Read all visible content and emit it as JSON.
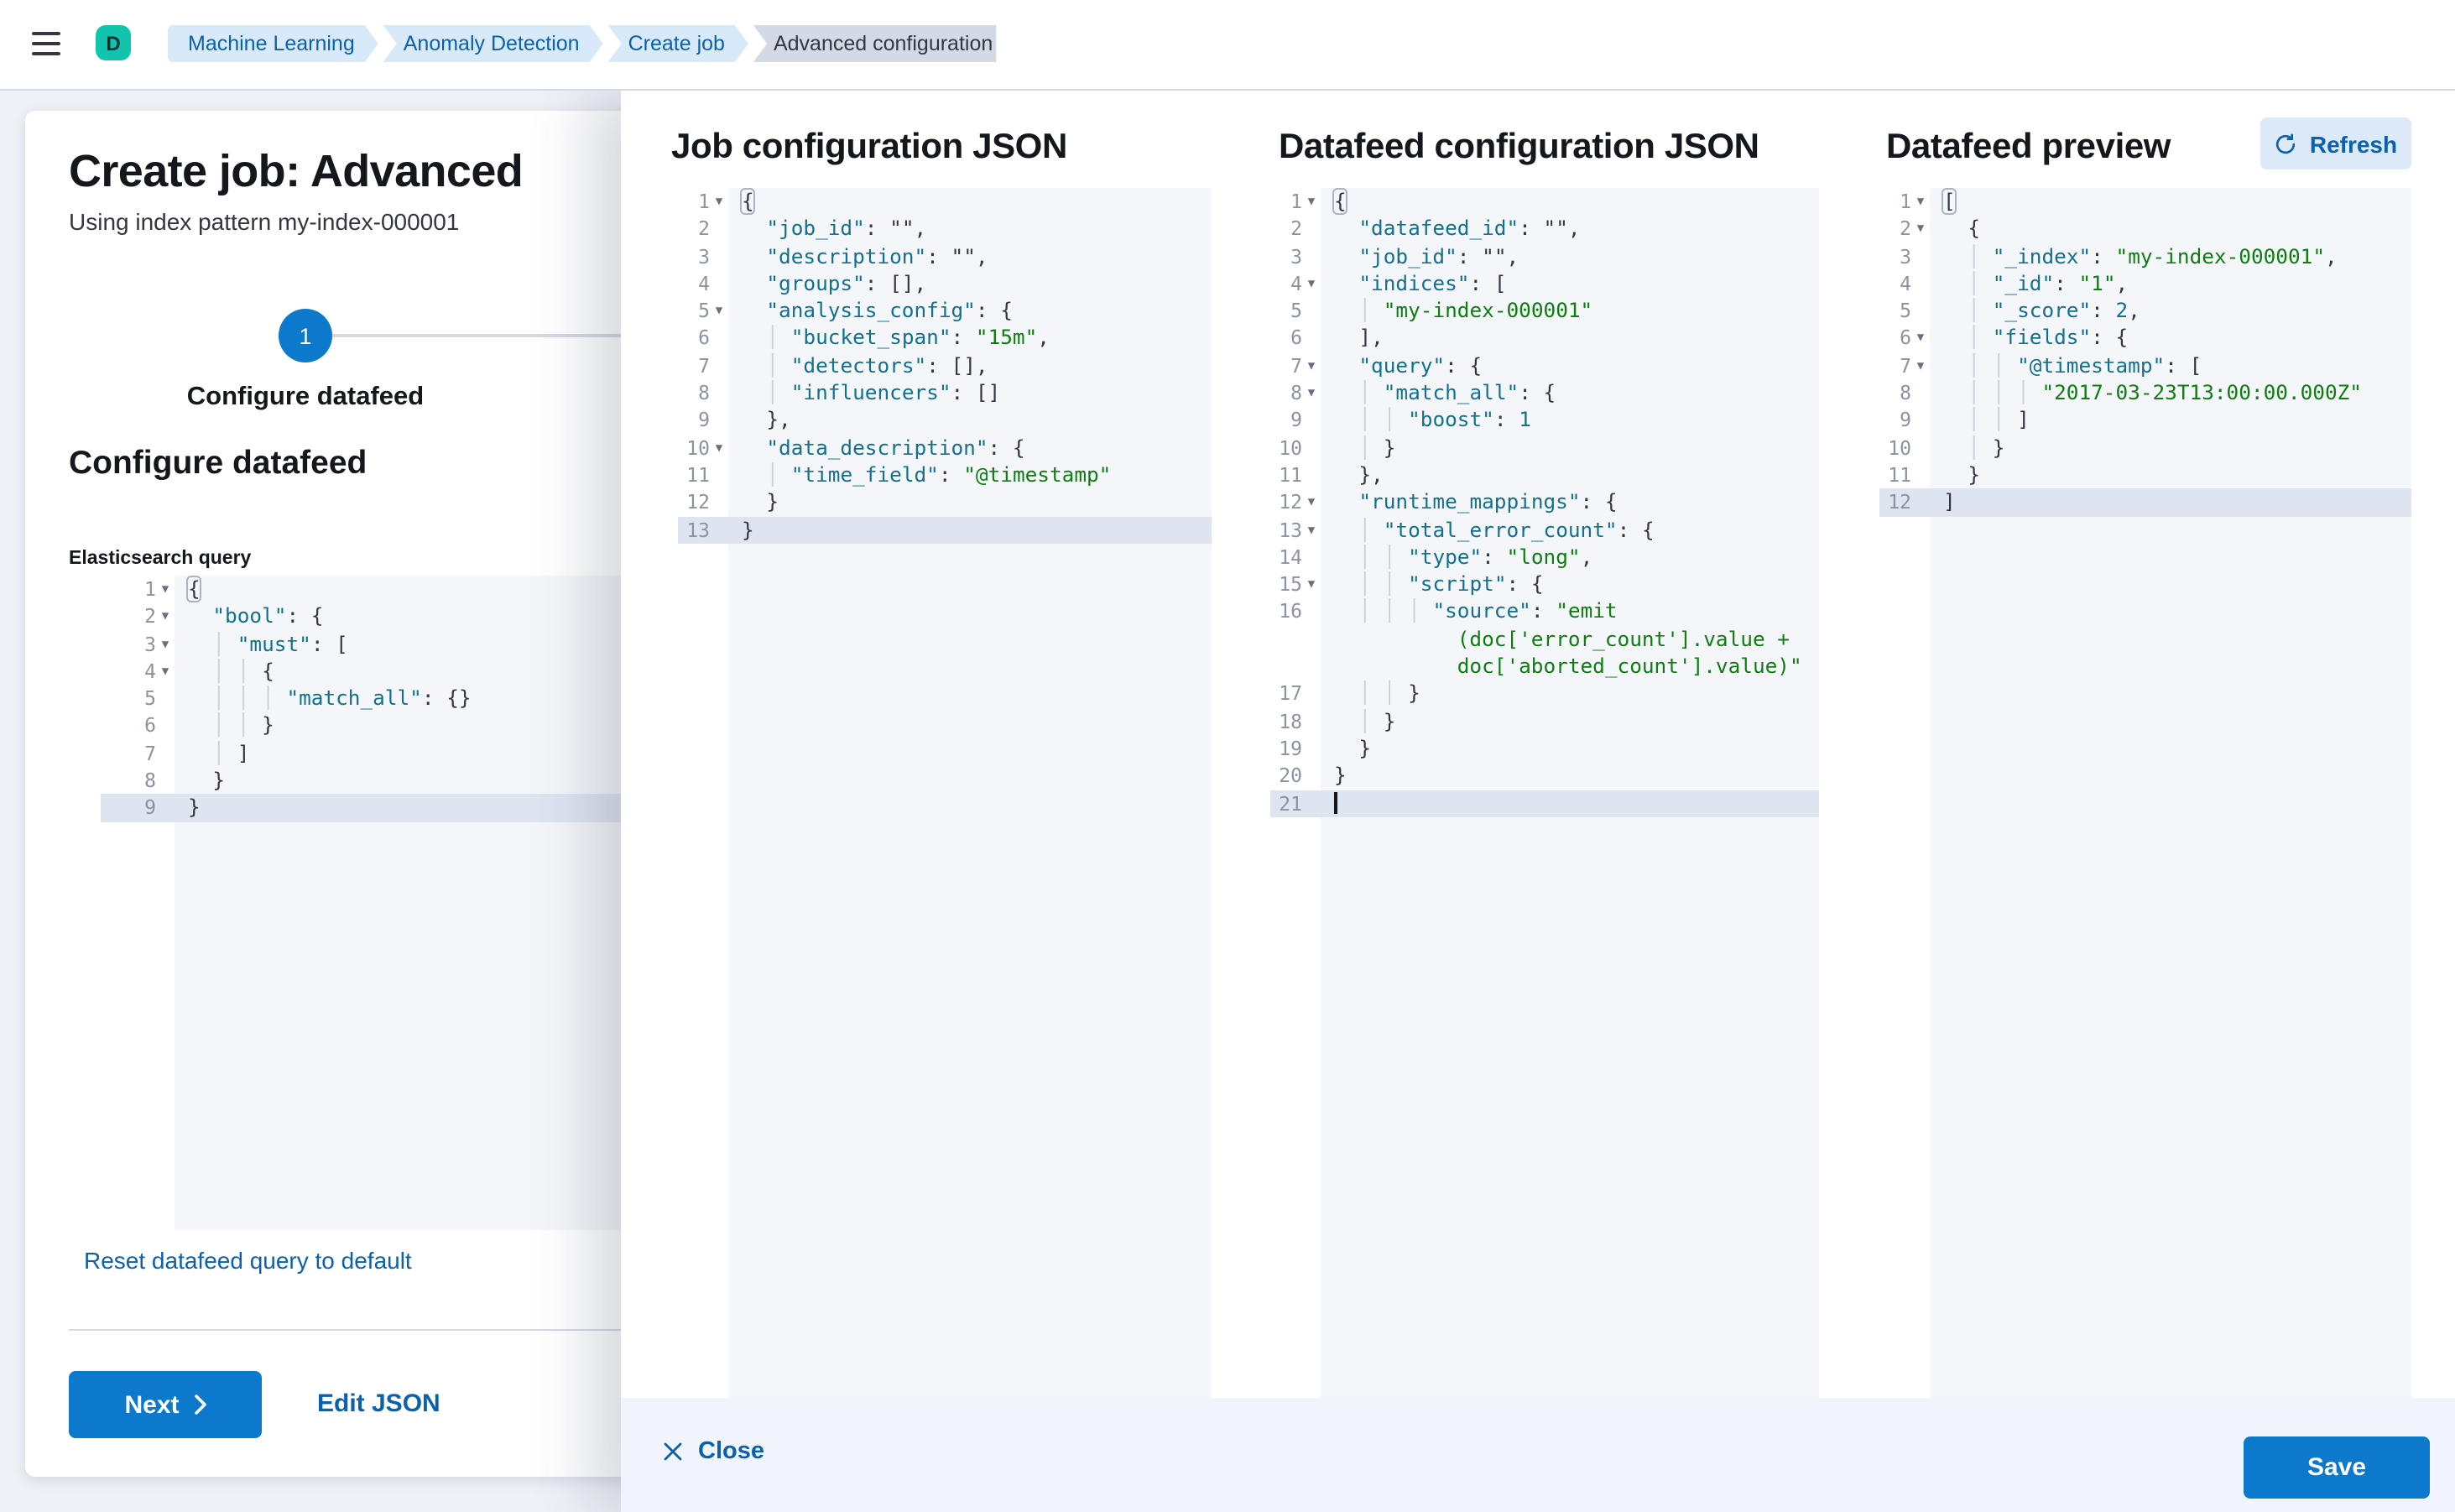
{
  "header": {
    "space_initial": "D",
    "breadcrumbs": [
      {
        "label": "Machine Learning",
        "current": false
      },
      {
        "label": "Anomaly Detection",
        "current": false
      },
      {
        "label": "Create job",
        "current": false
      },
      {
        "label": "Advanced configuration",
        "current": true
      }
    ]
  },
  "wizard": {
    "title": "Create job: Advanced",
    "subtitle": "Using index pattern my-index-000001",
    "step_number": "1",
    "step_label": "Configure datafeed",
    "section_heading": "Configure datafeed",
    "query_label": "Elasticsearch query",
    "reset_link": "Reset datafeed query to default",
    "next_label": "Next",
    "edit_json_label": "Edit JSON"
  },
  "flyout": {
    "panels": [
      {
        "title": "Job configuration JSON"
      },
      {
        "title": "Datafeed configuration JSON"
      },
      {
        "title": "Datafeed preview"
      }
    ],
    "refresh_label": "Refresh",
    "close_label": "Close",
    "save_label": "Save"
  },
  "colors": {
    "primary_button": "#0d79cc",
    "link_blue": "#0b61ad",
    "breadcrumb_blue_bg": "#d8e9fa",
    "breadcrumb_gray_bg": "#d3dae6",
    "avatar_teal": "#12c3ae",
    "editor_bg": "#f4f6f9",
    "active_line": "#dee5f1",
    "syntax_key": "#13708f",
    "syntax_string": "#0e7d12",
    "syntax_punct": "#343741"
  },
  "editors": {
    "query": {
      "lines": [
        {
          "n": "1",
          "fold": true,
          "seg": [
            [
              "bx",
              "{"
            ]
          ]
        },
        {
          "n": "2",
          "fold": true,
          "seg": [
            [
              "p",
              "  "
            ],
            [
              "k",
              "\"bool\""
            ],
            [
              "p",
              ": {"
            ]
          ]
        },
        {
          "n": "3",
          "fold": true,
          "seg": [
            [
              "p",
              "  "
            ],
            [
              "g",
              "│ "
            ],
            [
              "k",
              "\"must\""
            ],
            [
              "p",
              ": ["
            ]
          ]
        },
        {
          "n": "4",
          "fold": true,
          "seg": [
            [
              "p",
              "  "
            ],
            [
              "g",
              "│ │ "
            ],
            [
              "p",
              "{"
            ]
          ]
        },
        {
          "n": "5",
          "seg": [
            [
              "p",
              "  "
            ],
            [
              "g",
              "│ │ │ "
            ],
            [
              "k",
              "\"match_all\""
            ],
            [
              "p",
              ": {}"
            ]
          ]
        },
        {
          "n": "6",
          "seg": [
            [
              "p",
              "  "
            ],
            [
              "g",
              "│ │ "
            ],
            [
              "p",
              "}"
            ]
          ]
        },
        {
          "n": "7",
          "seg": [
            [
              "p",
              "  "
            ],
            [
              "g",
              "│ "
            ],
            [
              "p",
              "]"
            ]
          ]
        },
        {
          "n": "8",
          "seg": [
            [
              "p",
              "  }"
            ]
          ]
        },
        {
          "n": "9",
          "hl": true,
          "seg": [
            [
              "p",
              "}"
            ]
          ]
        }
      ]
    },
    "job": {
      "lines": [
        {
          "n": "1",
          "fold": true,
          "seg": [
            [
              "bx",
              "{"
            ]
          ]
        },
        {
          "n": "2",
          "seg": [
            [
              "p",
              "  "
            ],
            [
              "k",
              "\"job_id\""
            ],
            [
              "p",
              ": "
            ],
            [
              "e",
              "\"\""
            ],
            [
              "p",
              ","
            ]
          ]
        },
        {
          "n": "3",
          "seg": [
            [
              "p",
              "  "
            ],
            [
              "k",
              "\"description\""
            ],
            [
              "p",
              ": "
            ],
            [
              "e",
              "\"\""
            ],
            [
              "p",
              ","
            ]
          ]
        },
        {
          "n": "4",
          "seg": [
            [
              "p",
              "  "
            ],
            [
              "k",
              "\"groups\""
            ],
            [
              "p",
              ": [],"
            ]
          ]
        },
        {
          "n": "5",
          "fold": true,
          "seg": [
            [
              "p",
              "  "
            ],
            [
              "k",
              "\"analysis_config\""
            ],
            [
              "p",
              ": {"
            ]
          ]
        },
        {
          "n": "6",
          "seg": [
            [
              "p",
              "  "
            ],
            [
              "g",
              "│ "
            ],
            [
              "k",
              "\"bucket_span\""
            ],
            [
              "p",
              ": "
            ],
            [
              "s",
              "\"15m\""
            ],
            [
              "p",
              ","
            ]
          ]
        },
        {
          "n": "7",
          "seg": [
            [
              "p",
              "  "
            ],
            [
              "g",
              "│ "
            ],
            [
              "k",
              "\"detectors\""
            ],
            [
              "p",
              ": [],"
            ]
          ]
        },
        {
          "n": "8",
          "seg": [
            [
              "p",
              "  "
            ],
            [
              "g",
              "│ "
            ],
            [
              "k",
              "\"influencers\""
            ],
            [
              "p",
              ": []"
            ]
          ]
        },
        {
          "n": "9",
          "seg": [
            [
              "p",
              "  },"
            ]
          ]
        },
        {
          "n": "10",
          "fold": true,
          "seg": [
            [
              "p",
              "  "
            ],
            [
              "k",
              "\"data_description\""
            ],
            [
              "p",
              ": {"
            ]
          ]
        },
        {
          "n": "11",
          "seg": [
            [
              "p",
              "  "
            ],
            [
              "g",
              "│ "
            ],
            [
              "k",
              "\"time_field\""
            ],
            [
              "p",
              ": "
            ],
            [
              "s",
              "\"@timestamp\""
            ]
          ]
        },
        {
          "n": "12",
          "seg": [
            [
              "p",
              "  }"
            ]
          ]
        },
        {
          "n": "13",
          "hl": true,
          "seg": [
            [
              "p",
              "}"
            ]
          ]
        }
      ]
    },
    "datafeed": {
      "lines": [
        {
          "n": "1",
          "fold": true,
          "seg": [
            [
              "bx",
              "{"
            ]
          ]
        },
        {
          "n": "2",
          "seg": [
            [
              "p",
              "  "
            ],
            [
              "k",
              "\"datafeed_id\""
            ],
            [
              "p",
              ": "
            ],
            [
              "e",
              "\"\""
            ],
            [
              "p",
              ","
            ]
          ]
        },
        {
          "n": "3",
          "seg": [
            [
              "p",
              "  "
            ],
            [
              "k",
              "\"job_id\""
            ],
            [
              "p",
              ": "
            ],
            [
              "e",
              "\"\""
            ],
            [
              "p",
              ","
            ]
          ]
        },
        {
          "n": "4",
          "fold": true,
          "seg": [
            [
              "p",
              "  "
            ],
            [
              "k",
              "\"indices\""
            ],
            [
              "p",
              ": ["
            ]
          ]
        },
        {
          "n": "5",
          "seg": [
            [
              "p",
              "  "
            ],
            [
              "g",
              "│ "
            ],
            [
              "s",
              "\"my-index-000001\""
            ]
          ]
        },
        {
          "n": "6",
          "seg": [
            [
              "p",
              "  ],"
            ]
          ]
        },
        {
          "n": "7",
          "fold": true,
          "seg": [
            [
              "p",
              "  "
            ],
            [
              "k",
              "\"query\""
            ],
            [
              "p",
              ": {"
            ]
          ]
        },
        {
          "n": "8",
          "fold": true,
          "seg": [
            [
              "p",
              "  "
            ],
            [
              "g",
              "│ "
            ],
            [
              "k",
              "\"match_all\""
            ],
            [
              "p",
              ": {"
            ]
          ]
        },
        {
          "n": "9",
          "seg": [
            [
              "p",
              "  "
            ],
            [
              "g",
              "│ │ "
            ],
            [
              "k",
              "\"boost\""
            ],
            [
              "p",
              ": "
            ],
            [
              "n",
              "1"
            ]
          ]
        },
        {
          "n": "10",
          "seg": [
            [
              "p",
              "  "
            ],
            [
              "g",
              "│ "
            ],
            [
              "p",
              "}"
            ]
          ]
        },
        {
          "n": "11",
          "seg": [
            [
              "p",
              "  },"
            ]
          ]
        },
        {
          "n": "12",
          "fold": true,
          "seg": [
            [
              "p",
              "  "
            ],
            [
              "k",
              "\"runtime_mappings\""
            ],
            [
              "p",
              ": {"
            ]
          ]
        },
        {
          "n": "13",
          "fold": true,
          "seg": [
            [
              "p",
              "  "
            ],
            [
              "g",
              "│ "
            ],
            [
              "k",
              "\"total_error_count\""
            ],
            [
              "p",
              ": {"
            ]
          ]
        },
        {
          "n": "14",
          "seg": [
            [
              "p",
              "  "
            ],
            [
              "g",
              "│ │ "
            ],
            [
              "k",
              "\"type\""
            ],
            [
              "p",
              ": "
            ],
            [
              "s",
              "\"long\""
            ],
            [
              "p",
              ","
            ]
          ]
        },
        {
          "n": "15",
          "fold": true,
          "seg": [
            [
              "p",
              "  "
            ],
            [
              "g",
              "│ │ "
            ],
            [
              "k",
              "\"script\""
            ],
            [
              "p",
              ": {"
            ]
          ]
        },
        {
          "n": "16",
          "seg": [
            [
              "p",
              "  "
            ],
            [
              "g",
              "│ │ │ "
            ],
            [
              "k",
              "\"source\""
            ],
            [
              "p",
              ": "
            ],
            [
              "s",
              "\"emit"
            ]
          ]
        },
        {
          "seg": [
            [
              "s",
              "          (doc['error_count'].value +"
            ]
          ]
        },
        {
          "seg": [
            [
              "s",
              "          doc['aborted_count'].value)\""
            ]
          ]
        },
        {
          "n": "17",
          "seg": [
            [
              "p",
              "  "
            ],
            [
              "g",
              "│ │ "
            ],
            [
              "p",
              "}"
            ]
          ]
        },
        {
          "n": "18",
          "seg": [
            [
              "p",
              "  "
            ],
            [
              "g",
              "│ "
            ],
            [
              "p",
              "}"
            ]
          ]
        },
        {
          "n": "19",
          "seg": [
            [
              "p",
              "  }"
            ]
          ]
        },
        {
          "n": "20",
          "seg": [
            [
              "p",
              "}"
            ]
          ]
        },
        {
          "n": "21",
          "hl": true,
          "cur": true,
          "seg": []
        }
      ]
    },
    "preview": {
      "lines": [
        {
          "n": "1",
          "fold": true,
          "seg": [
            [
              "bx",
              "["
            ]
          ]
        },
        {
          "n": "2",
          "fold": true,
          "seg": [
            [
              "p",
              "  {"
            ]
          ]
        },
        {
          "n": "3",
          "seg": [
            [
              "p",
              "  "
            ],
            [
              "g",
              "│ "
            ],
            [
              "k",
              "\"_index\""
            ],
            [
              "p",
              ": "
            ],
            [
              "s",
              "\"my-index-000001\""
            ],
            [
              "p",
              ","
            ]
          ]
        },
        {
          "n": "4",
          "seg": [
            [
              "p",
              "  "
            ],
            [
              "g",
              "│ "
            ],
            [
              "k",
              "\"_id\""
            ],
            [
              "p",
              ": "
            ],
            [
              "s",
              "\"1\""
            ],
            [
              "p",
              ","
            ]
          ]
        },
        {
          "n": "5",
          "seg": [
            [
              "p",
              "  "
            ],
            [
              "g",
              "│ "
            ],
            [
              "k",
              "\"_score\""
            ],
            [
              "p",
              ": "
            ],
            [
              "n",
              "2"
            ],
            [
              "p",
              ","
            ]
          ]
        },
        {
          "n": "6",
          "fold": true,
          "seg": [
            [
              "p",
              "  "
            ],
            [
              "g",
              "│ "
            ],
            [
              "k",
              "\"fields\""
            ],
            [
              "p",
              ": {"
            ]
          ]
        },
        {
          "n": "7",
          "fold": true,
          "seg": [
            [
              "p",
              "  "
            ],
            [
              "g",
              "│ │ "
            ],
            [
              "k",
              "\"@timestamp\""
            ],
            [
              "p",
              ": ["
            ]
          ]
        },
        {
          "n": "8",
          "seg": [
            [
              "p",
              "  "
            ],
            [
              "g",
              "│ │ │ "
            ],
            [
              "s",
              "\"2017-03-23T13:00:00.000Z\""
            ]
          ]
        },
        {
          "n": "9",
          "seg": [
            [
              "p",
              "  "
            ],
            [
              "g",
              "│ │ "
            ],
            [
              "p",
              "]"
            ]
          ]
        },
        {
          "n": "10",
          "seg": [
            [
              "p",
              "  "
            ],
            [
              "g",
              "│ "
            ],
            [
              "p",
              "}"
            ]
          ]
        },
        {
          "n": "11",
          "seg": [
            [
              "p",
              "  }"
            ]
          ]
        },
        {
          "n": "12",
          "hl": true,
          "seg": [
            [
              "p",
              "]"
            ]
          ]
        }
      ]
    }
  }
}
